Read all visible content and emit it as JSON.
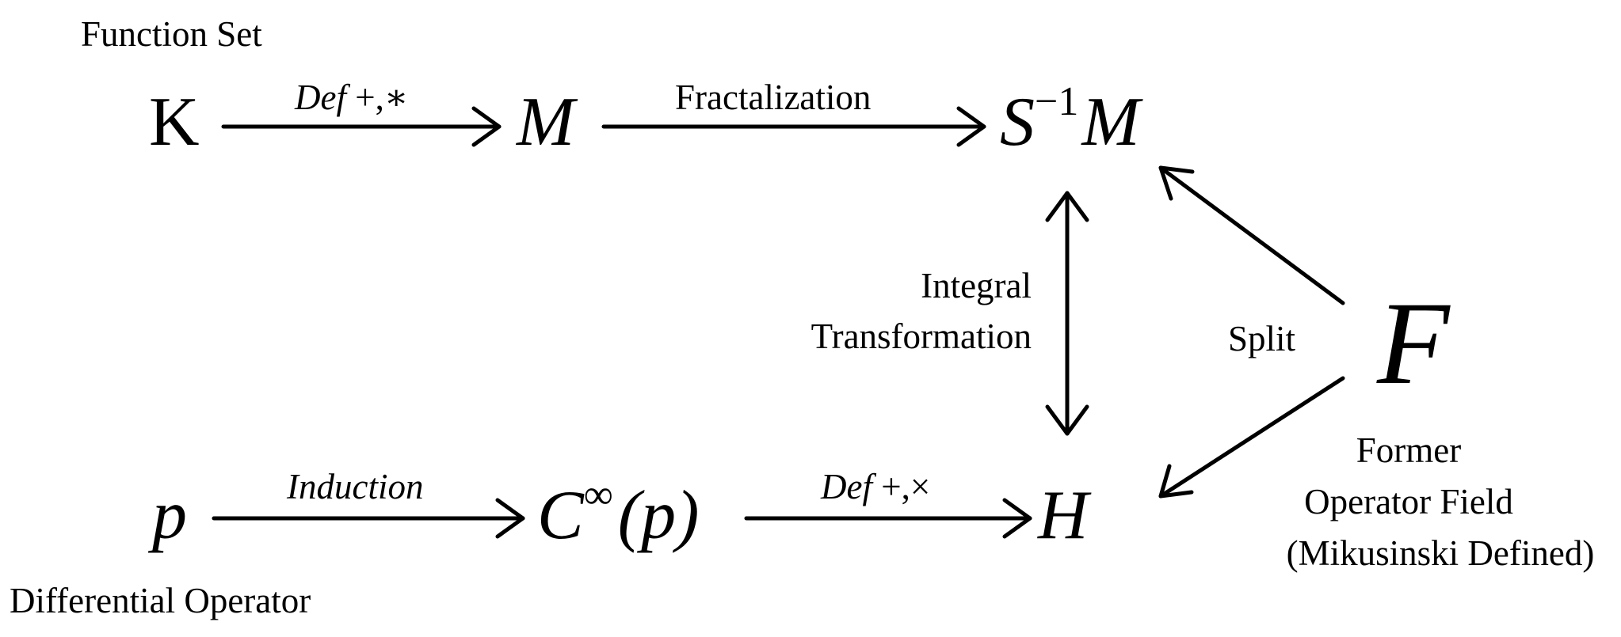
{
  "labels": {
    "function_set": "Function Set",
    "differential_operator": "Differential Operator",
    "fractalization": "Fractalization",
    "integral": "Integral",
    "transformation": "Transformation",
    "split": "Split",
    "former": "Former",
    "operator_field": "Operator Field",
    "mikusinski_defined": "(Mikusinski Defined)",
    "induction": "Induction",
    "def_top": "Def",
    "def_top_ops": " +,∗",
    "def_bottom": "Def",
    "def_bottom_ops": " +,×"
  },
  "nodes": {
    "k": "K",
    "m": "M",
    "s_base": "S",
    "s_sup": "−1",
    "s_tail": "M",
    "p": "p",
    "c_base": "C",
    "c_sup": "∞",
    "c_arg": "(p)",
    "h": "H",
    "f": "F"
  }
}
